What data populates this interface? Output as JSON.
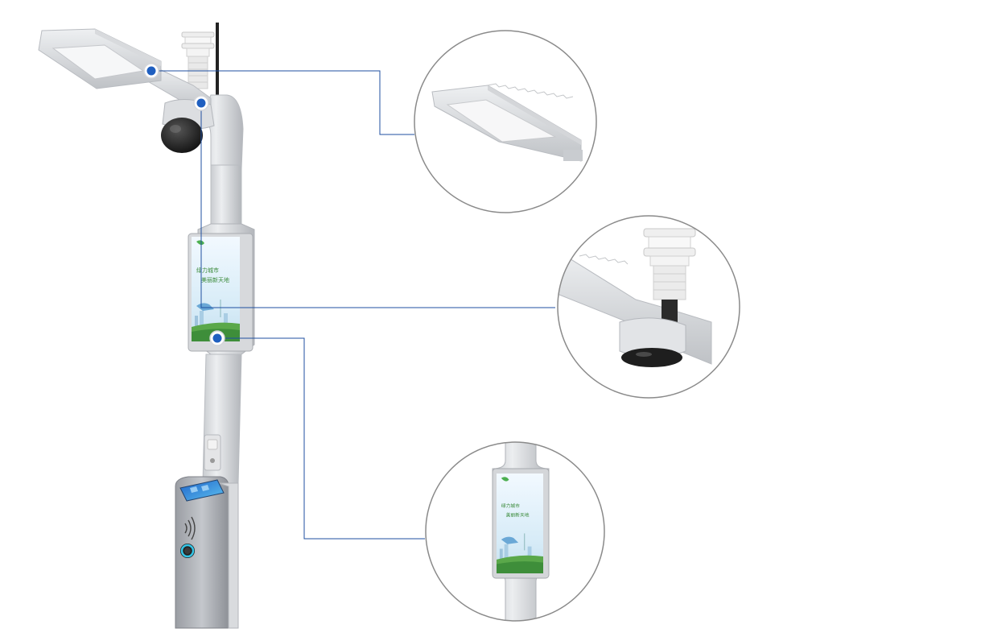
{
  "colors": {
    "background": "#ffffff",
    "pole_light": "#e6e7e9",
    "pole_mid": "#cfd1d4",
    "pole_dark": "#a9acb1",
    "leader_line": "#1f4fa0",
    "hotspot_fill": "#1f5fc0",
    "circle_stroke": "#8a8a8a",
    "poster_sky": "#dceefa",
    "poster_grass": "#5aa84a",
    "poster_text": "#3a8a3a",
    "ring_light": "#35c5e6"
  },
  "poster": {
    "line1": "绿力城市",
    "line2": "美丽新天地"
  },
  "callouts": [
    {
      "id": "street-lamp",
      "icon": "lamp-head"
    },
    {
      "id": "sensor-camera",
      "icon": "weather-sensor-and-dome-camera"
    },
    {
      "id": "advertising-screen",
      "icon": "lcd-display-panel"
    }
  ]
}
